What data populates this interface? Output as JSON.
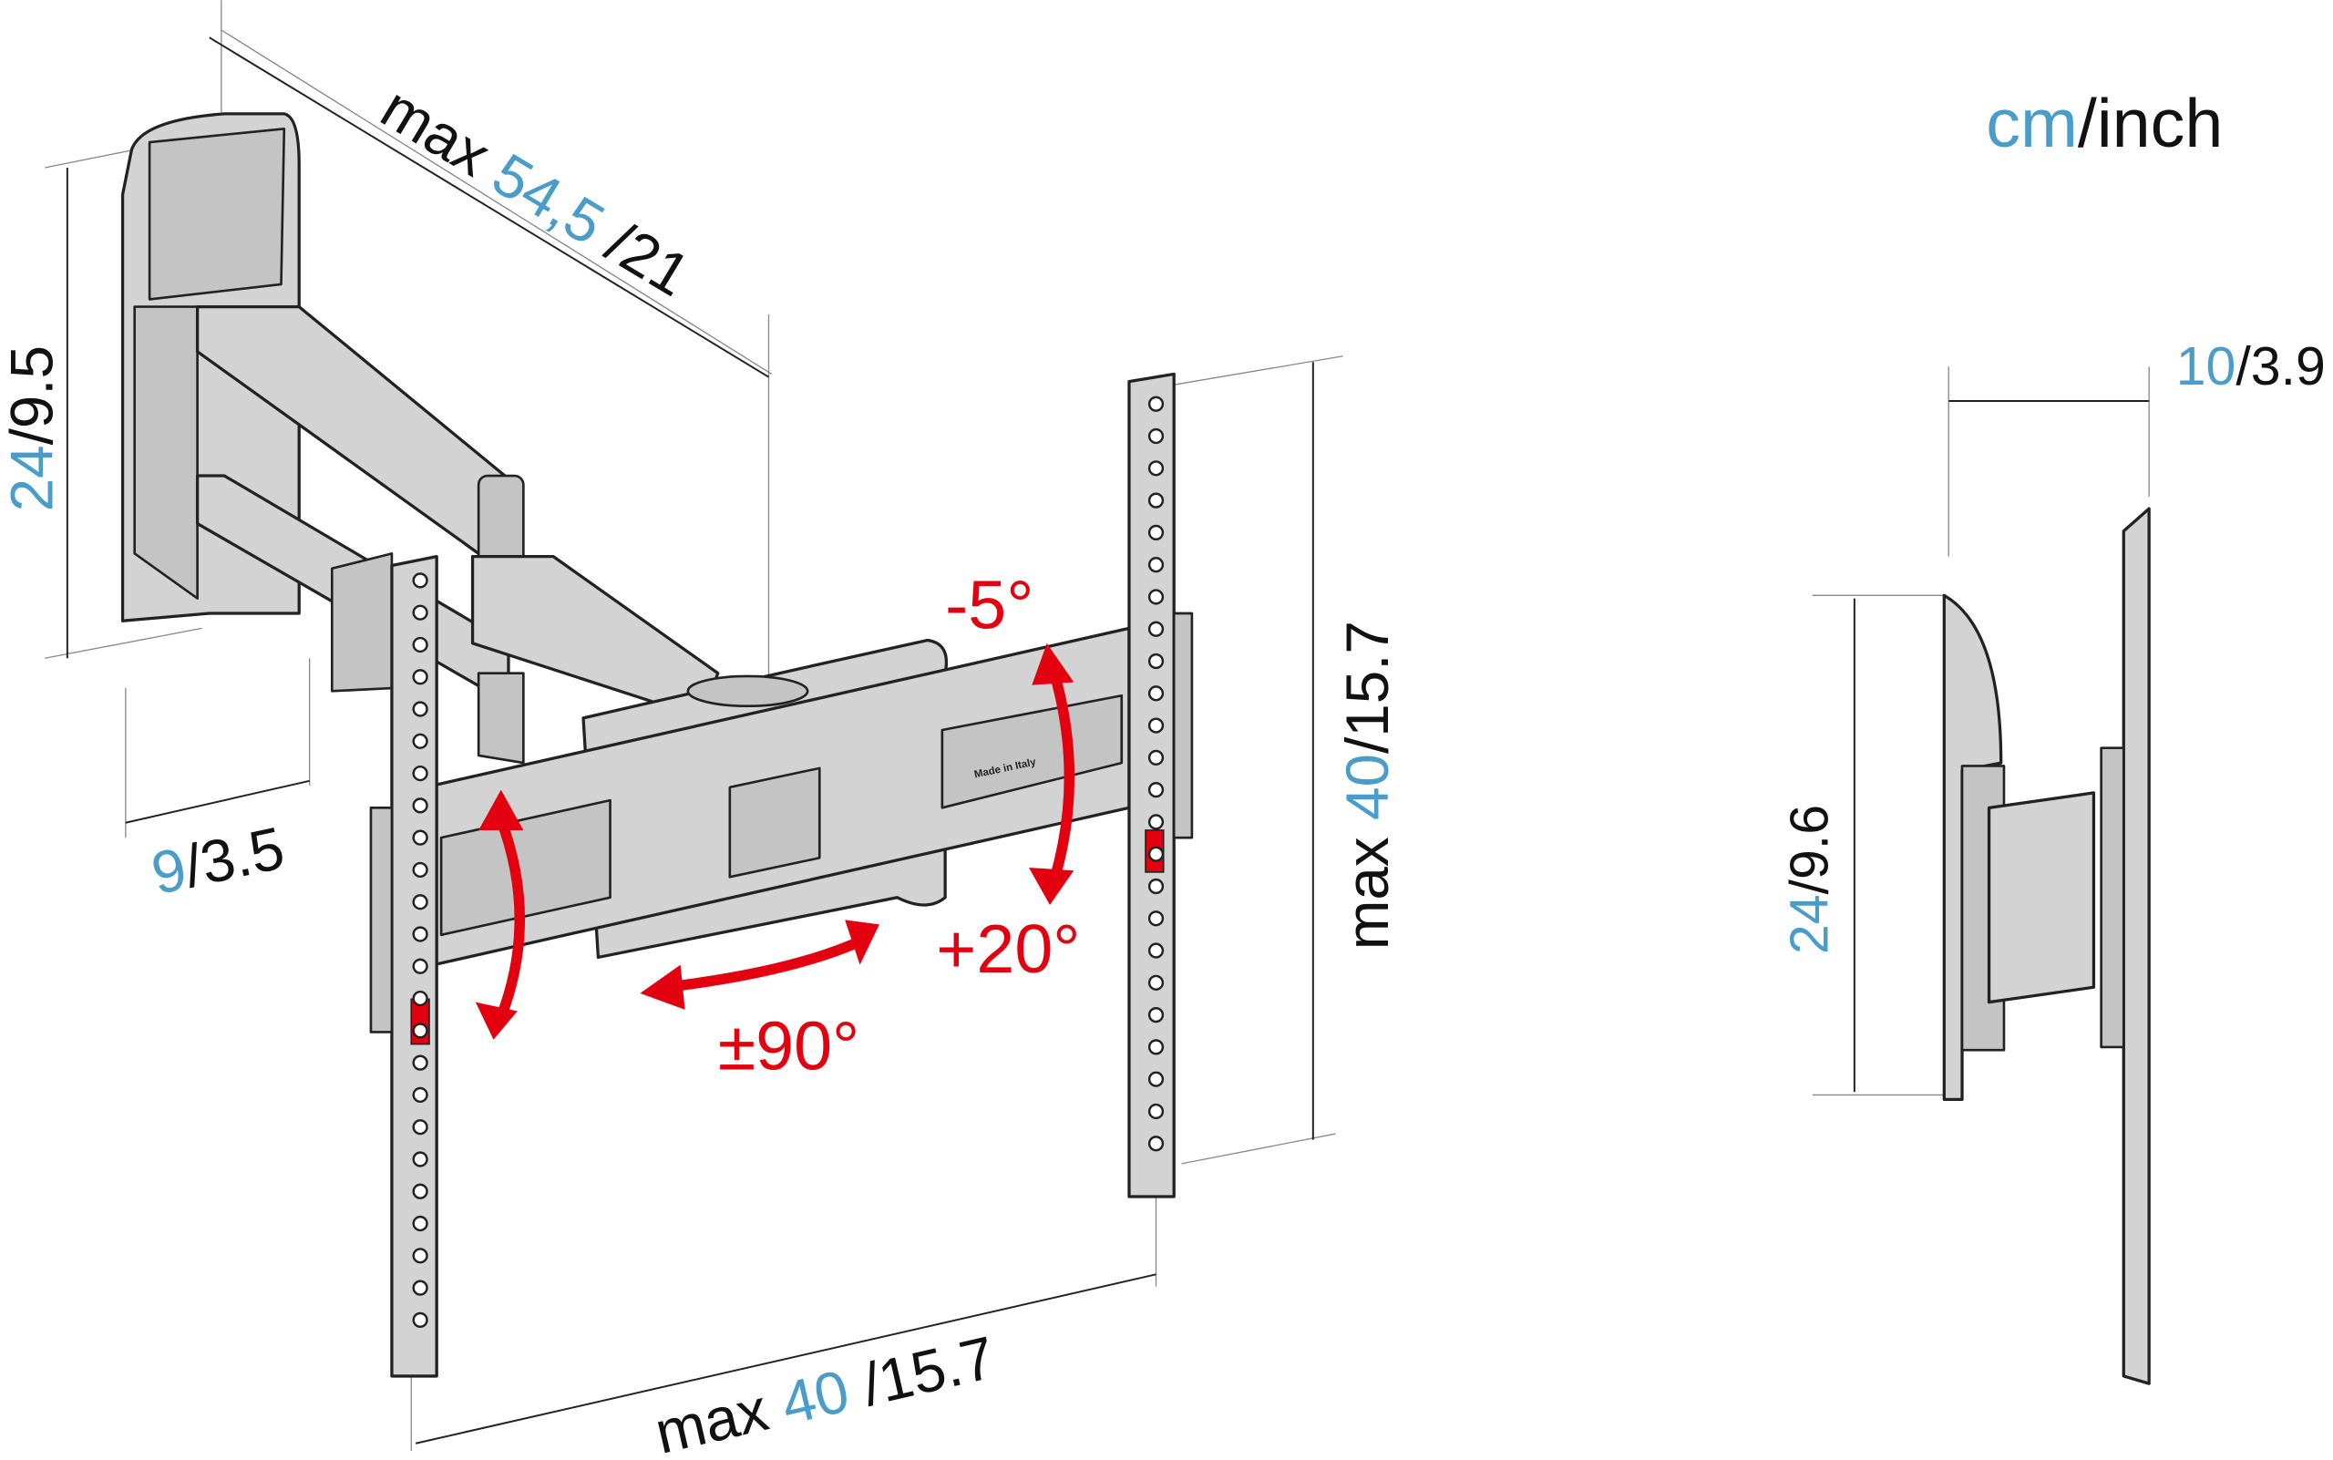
{
  "units": {
    "primary": "cm",
    "secondary": "/inch"
  },
  "colors": {
    "metric": "#4a9cc9",
    "rotation": "#e3000f",
    "part": "#d3d3d3"
  },
  "dimensions": {
    "arm_extension": {
      "prefix": "max",
      "cm": "54,5",
      "inch": "/21"
    },
    "wall_plate_height": {
      "cm": "24",
      "inch": "/9.5"
    },
    "wall_plate_depth": {
      "cm": "9",
      "inch": "/3.5"
    },
    "vesa_vertical": {
      "prefix": "max",
      "cm": "40",
      "inch": "/15.7"
    },
    "vesa_horizontal": {
      "prefix": "max",
      "cm": "40",
      "inch": "/15.7"
    },
    "side_depth": {
      "cm": "10",
      "inch": "/3.9"
    },
    "side_height": {
      "cm": "24",
      "inch": "/9.6"
    }
  },
  "rotation": {
    "tilt_up": "-5°",
    "tilt_down": "+20°",
    "swivel": "±90°"
  },
  "product_label": "Made in Italy"
}
